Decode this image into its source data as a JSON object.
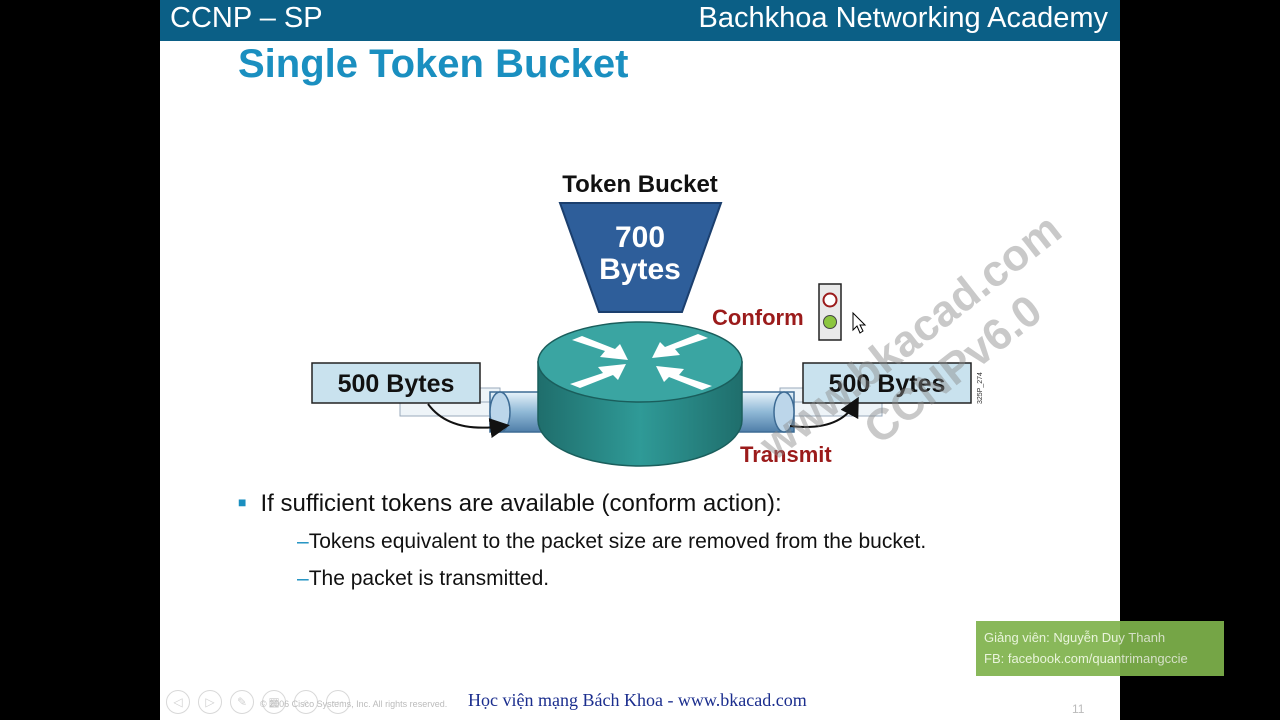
{
  "header": {
    "course": "CCNP – SP",
    "academy": "Bachkhoa Networking Academy"
  },
  "slide_title": "Single Token Bucket",
  "diagram": {
    "bucket_label": "Token Bucket",
    "bucket_value": "700",
    "bucket_unit": "Bytes",
    "conform_label": "Conform",
    "transmit_label": "Transmit",
    "left_packet": "500 Bytes",
    "right_packet": "500 Bytes",
    "figure_code": "325P_274",
    "colors": {
      "bucket": "#2e5e9a",
      "router": "#2f8e8c",
      "label_red": "#9b1b1b",
      "packet_box": "#c9e2ee"
    }
  },
  "bullets": {
    "main": "If sufficient tokens are available (conform action):",
    "sub1": "Tokens equivalent to the packet size are removed from the bucket.",
    "sub2": "The packet is transmitted."
  },
  "watermark": {
    "line1": "www.bkacad.com",
    "line2": "CCNPv6.0"
  },
  "footer": {
    "academy_link": "Học viện mạng Bách Khoa - www.bkacad.com",
    "page_number": "11",
    "copyright": "© 2006 Cisco Systems, Inc. All rights reserved.",
    "nav_icons": [
      "back-icon",
      "play-icon",
      "pen-icon",
      "slides-icon",
      "zoom-icon",
      "more-icon"
    ]
  },
  "instructor": {
    "name": "Giảng viên: Nguyễn Duy Thanh",
    "facebook": "FB: facebook.com/quantrimangccie"
  }
}
